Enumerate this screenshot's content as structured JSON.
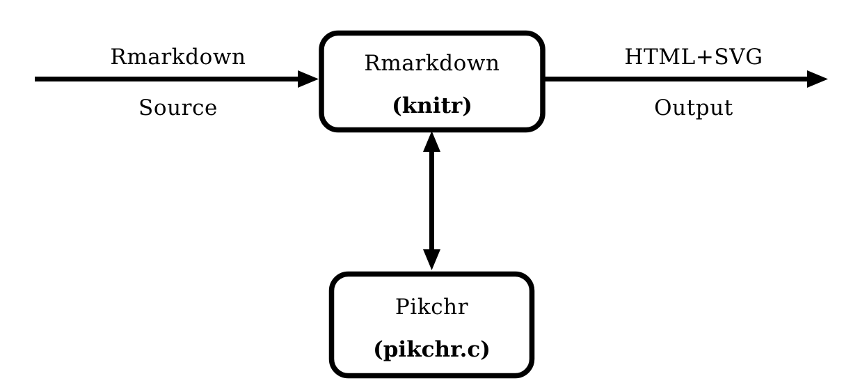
{
  "diagram": {
    "title": "Rmarkdown + Pikchr processing pipeline",
    "type": "flow-diagram",
    "background_color": "#ffffff",
    "stroke_color": "#000000",
    "nodes": [
      {
        "id": "rmarkdown-box",
        "shape": "rounded-rectangle",
        "line1": "Rmarkdown",
        "line2": "(knitr)",
        "line2_bold": true
      },
      {
        "id": "pikchr-box",
        "shape": "rounded-rectangle",
        "line1": "Pikchr",
        "line2": "(pikchr.c)",
        "line2_bold": true
      }
    ],
    "edges": [
      {
        "id": "input-arrow",
        "direction": "right",
        "arrowheads": "end",
        "label_above": "Rmarkdown",
        "label_below": "Source"
      },
      {
        "id": "output-arrow",
        "direction": "right",
        "arrowheads": "end",
        "label_above": "HTML+SVG",
        "label_below": "Output"
      },
      {
        "id": "interchange-arrow",
        "direction": "vertical",
        "arrowheads": "both",
        "label_above": "",
        "label_below": ""
      }
    ]
  }
}
